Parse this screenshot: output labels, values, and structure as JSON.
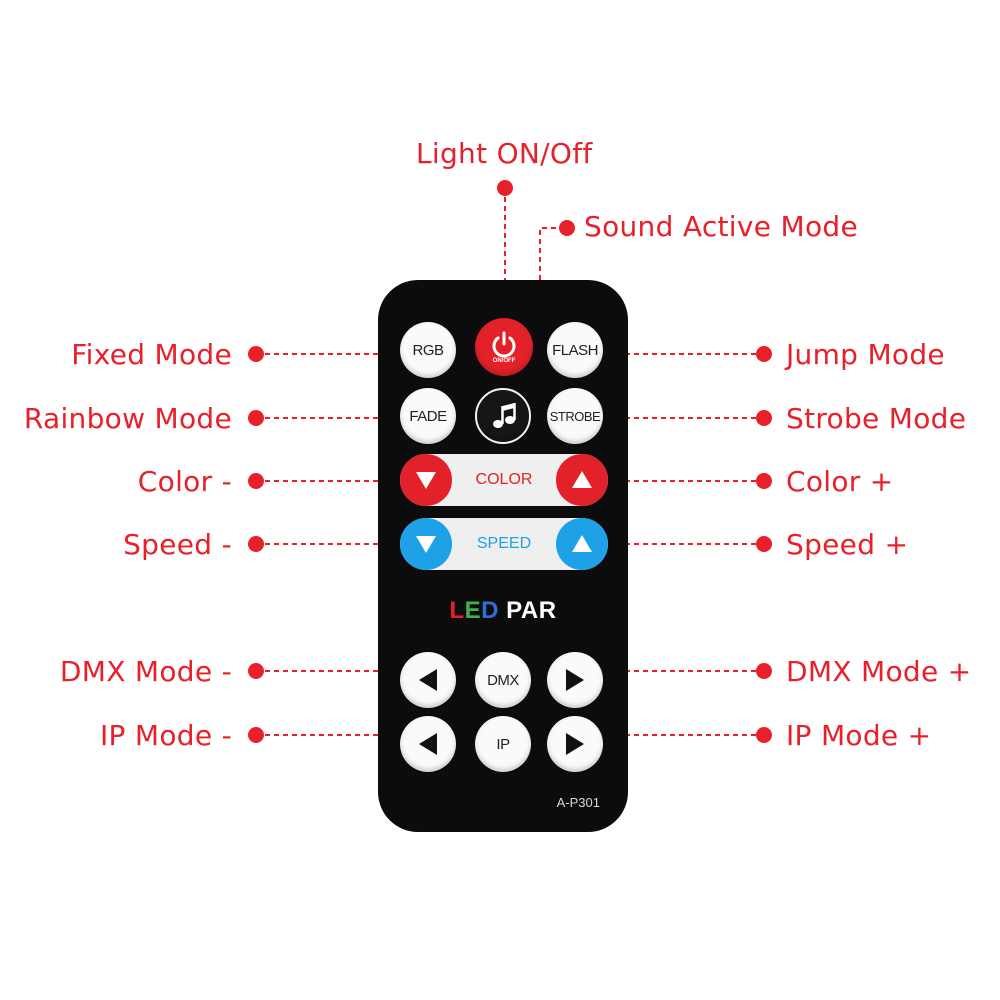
{
  "colors": {
    "accent": "#e8202a",
    "remote_body": "#0c0c0c",
    "button_face": "#fafafa",
    "power": "#e32129",
    "color_arrow": "#e32129",
    "speed_arrow": "#1fa1e8",
    "led_L": "#e32129",
    "led_E": "#3db34a",
    "led_D": "#2d6fd6"
  },
  "callouts": {
    "light_on_off": "Light ON/Off",
    "sound_active_mode": "Sound Active Mode",
    "fixed_mode": "Fixed Mode",
    "jump_mode": "Jump Mode",
    "rainbow_mode": "Rainbow Mode",
    "strobe_mode": "Strobe Mode",
    "color_minus": "Color -",
    "color_plus": "Color +",
    "speed_minus": "Speed -",
    "speed_plus": "Speed +",
    "dmx_mode_minus": "DMX Mode -",
    "dmx_mode_plus": "DMX Mode +",
    "ip_mode_minus": "IP Mode -",
    "ip_mode_plus": "IP Mode +"
  },
  "remote": {
    "rgb_label": "RGB",
    "power_sub_label": "ON/OFF",
    "flash_label": "FLASH",
    "fade_label": "FADE",
    "strobe_label": "STROBE",
    "color_label": "COLOR",
    "speed_label": "SPEED",
    "brand_L": "L",
    "brand_E": "E",
    "brand_D": "D",
    "brand_par": " PAR",
    "dmx_label": "DMX",
    "ip_label": "IP",
    "model": "A-P301"
  },
  "icons": [
    "power-icon",
    "music-note-icon",
    "triangle-down-icon",
    "triangle-up-icon",
    "triangle-left-icon",
    "triangle-right-icon"
  ]
}
